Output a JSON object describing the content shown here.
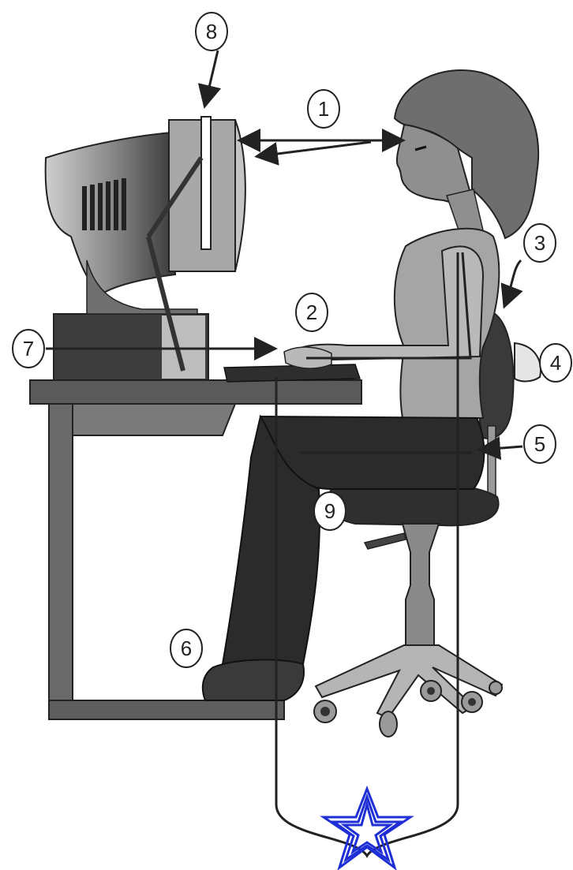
{
  "callouts": [
    {
      "id": "1",
      "label": "1"
    },
    {
      "id": "2",
      "label": "2"
    },
    {
      "id": "3",
      "label": "3"
    },
    {
      "id": "4",
      "label": "4"
    },
    {
      "id": "5",
      "label": "5"
    },
    {
      "id": "6",
      "label": "6"
    },
    {
      "id": "7",
      "label": "7"
    },
    {
      "id": "8",
      "label": "8"
    },
    {
      "id": "9",
      "label": "9"
    }
  ],
  "colors": {
    "ink": "#222222",
    "gray_dark": "#3a3a3a",
    "gray_mid": "#7a7a7a",
    "gray_light": "#a8a8a8",
    "star": "#1f2fd6"
  }
}
